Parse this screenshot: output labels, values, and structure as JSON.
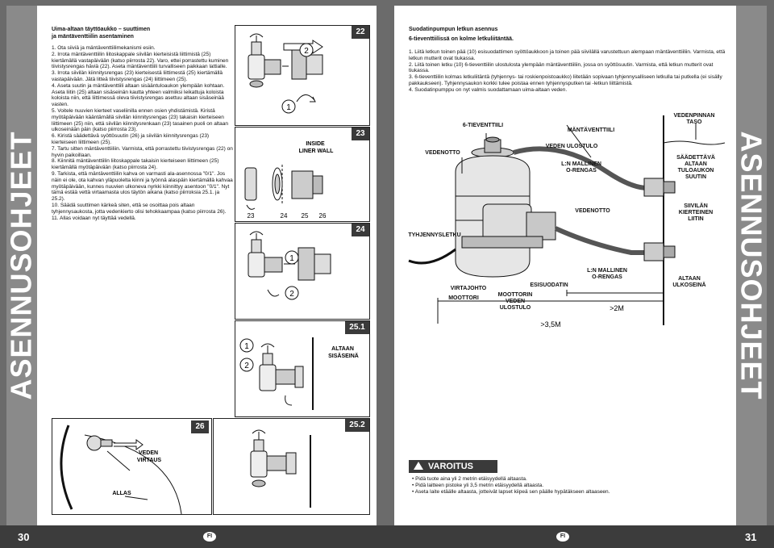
{
  "sidebar_title": "ASENNUSOHJEET",
  "left_page": {
    "heading": [
      "Uima-altaan täyttöaukko – suuttimen",
      "ja mäntäventtiilin asentaminen"
    ],
    "paragraphs": [
      "1. Ota siiviä ja mäntäventtiilimekanismi esiin.",
      "2. Irrota mäntäventtiilin liitoskappale siivilän kierteisistä liittimistä (25) kiertämällä vastapäivään (katso piirrosta 22). Varo, ettei porrastettu kuminen tiivistysrengas häviä (22). Aseta mäntäventtiili turvalliseen paikkaan lattialle.",
      "3. Irrota siivilän kiinnitysrengas (23) kierteisestä liittimestä (25) kiertämällä vastapäivään. Jätä litteä tiivistysrengas (24) liittimeen (25).",
      "4. Aseta suutin ja mäntäventtiili altaan sisääntuloaukon ylempään kohtaan. Aseta liitin (25) altaan sisäseinän kautta yhteen valmiiksi leikattuja koloista koloista niin, että liittimessä oleva tiivistysrengas asettuu altaan sisäseinää vasten.",
      "5. Voitele nuuvien kierteet vaseliinilla ennen osien yhdistämistä. Kiristä myötäpäivään kääntämällä siivilän kiinnitysrengas (23) takaisin kierteiseen liittimeen (25) niin, että siivilän kiinnitysrenkaan (23) tasainen puoli on altaan ulkoseinään päin (katso piirrosta 23).",
      "6. Kiristä säädettävä syöttösuutin (26) ja siivilän kiinnitysrengas (23) kierteiseen liittimeen (25).",
      "7. Tartu sitten mäntäventtiiliin. Varmista, että porrastettu tiivistysrengas (22) on hyvin paikoillaan.",
      "8. Kiinnitä mäntäventtiilin liitoskappale takaisin kierteiseen liittimeen (25) kiertämällä myötäpäivään (katso piirrosta 24).",
      "9. Tarkista, että mäntäventtiilin kahva on varmasti ala-asennossa \"0/1\". Jos näin ei ole, ota kahvan yläpuolelta kiinni ja työnnä alaspäin kiertämällä kahvaa myötäpäivään, kunnes nuuvien ulkoneva nyrkki kiinnittyy asentoon \"0/1\". Nyt tämä estää vettä virtaamasta ulos täytön aikana (katso piirroksia 25.1. ja 25.2).",
      "10. Säädä suuttimen kärkeä siten, että se osoittaa pois altaan tyhjennysaukosta, jotta vedenkierto olisi tehokkaampaa (katso piirrosta 26).",
      "11. Allas voidaan nyt täyttää vedellä."
    ],
    "fig22": {
      "num": "22",
      "n1": "1",
      "n2": "2"
    },
    "fig23": {
      "num": "23",
      "inside": "INSIDE\nLINER WALL",
      "parts": [
        "23",
        "24",
        "25",
        "26"
      ]
    },
    "fig24": {
      "num": "24",
      "n1": "1",
      "n2": "2"
    },
    "fig251": {
      "num": "25.1",
      "n1": "1",
      "n2": "2",
      "label": "ALTAAN\nSISÄSEINÄ"
    },
    "fig252": {
      "num": "25.2"
    },
    "fig26": {
      "num": "26",
      "water_flow": "VEDEN\nVIRTAUS",
      "pool": "ALLAS"
    },
    "page_number": "30",
    "lang": "FI"
  },
  "right_page": {
    "heading": "Suodatinpumpun letkun asennus",
    "subheading": "6-tieventtiilissä on kolme letkuliitäntää.",
    "paragraphs": [
      "1. Liitä letkun toinen pää (10) esisuodattimen syöttöaukkoon ja toinen pää siivilällä varustettuun alempaan mäntäventtiiliin. Varmista, että letkun mutterit ovat tiukassa.",
      "2. Liitä toinen letku (10) 6-tieventtiilin ulostulosta ylempään mäntäventtiiliin, jossa on syöttösuutin. Varmista, että letkun mutterit ovat tiukassa.",
      "3. 6-tieventtiilin kolmas letkuliitäntä (tyhjennys- tai roskienpoistoaukko) liitetään sopivaan tyhjennysalliseen letkulla tai putkella (ei sisälly pakkaukseen). Tyhjennysaukon korkki tulee poistaa ennen tyhjennysputken tai -letkun liittämistä.",
      "4. Suodatinpumppu on nyt valmis suodattamaan uima-altaan veden."
    ],
    "diagram_labels": {
      "six_way": "6-TIEVENTTIILI",
      "piston": "MÄNTÄVENTTIILI",
      "water_level": "VEDENPINNAN\nTASO",
      "water_out": "VEDEN ULOSTULO",
      "water_in_top": "VEDENOTTO",
      "small_oring_top": "L:N MALLINEN\nO-RENGAS",
      "adjustable": "SÄÄDETTÄVÄ\nALTAAN\nTULOAUKON\nSUUTIN",
      "strainer": "SIIVILÄN\nKIERTEINEN\nLIITIN",
      "water_in_mid": "VEDENOTTO",
      "drain": "TYHJENNYSLETKU",
      "small_oring_bottom": "L:N MALLINEN\nO-RENGAS",
      "pool_outer": "ALTAAN\nULKOSEINÄ",
      "prefilter": "ESISUODATIN",
      "power_switch": "VIRTAJOHTO",
      "motor": "MOOTTORI",
      "motor_out": "MOOTTORIN\nVEDEN\nULOSTULO",
      "dist_2m": ">2M",
      "dist_35m": ">3,5M"
    },
    "warning": {
      "title": "VAROITUS",
      "items": [
        "• Pidä tuote aina yli 2 metrin etäisyydellä altaasta.",
        "• Pidä laitteen pistoke yli 3,5 metrin etäisyydellä altaasta.",
        "• Aseta laite etäälle altaasta, jotteivät lapset kiipeä sen päälle hypätäkseen altaaseen."
      ]
    },
    "page_number": "31",
    "lang": "FI"
  },
  "colors": {
    "sidebar": "#8a8a8a",
    "footer": "#3c3c3c",
    "fig_number_bg": "#3a3a3a"
  }
}
